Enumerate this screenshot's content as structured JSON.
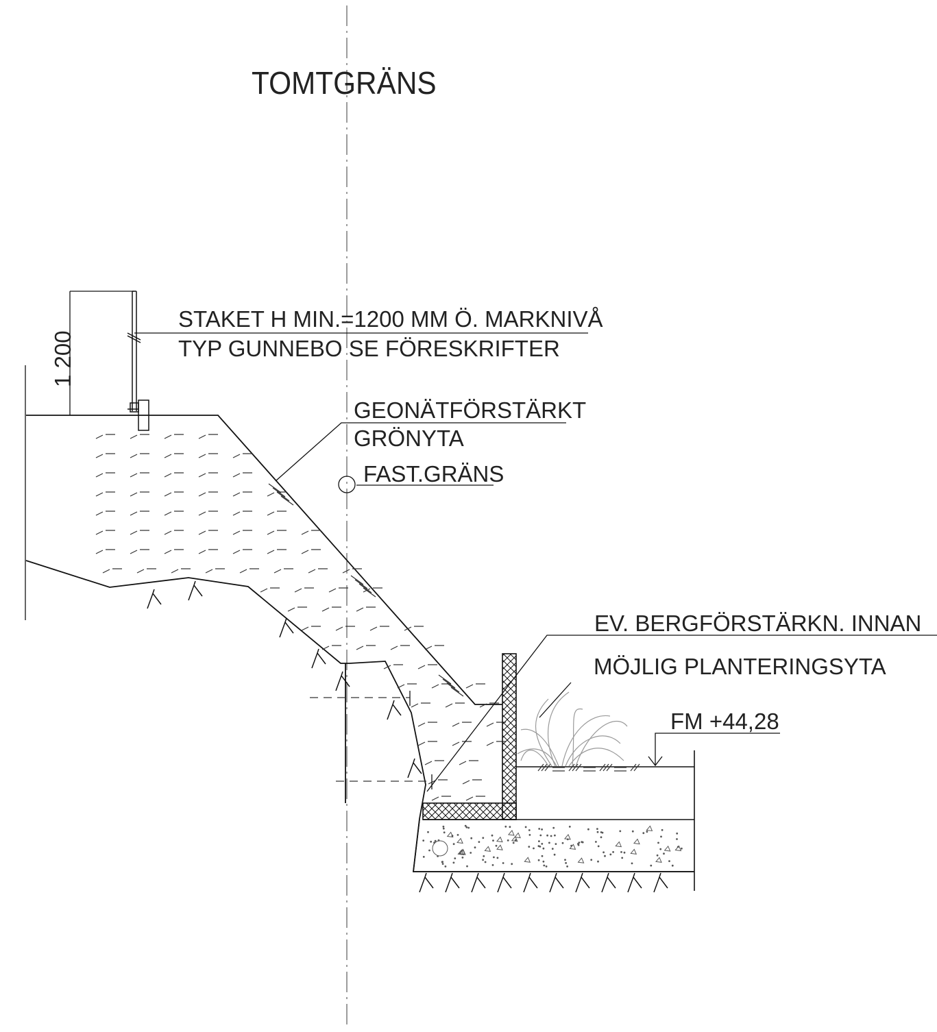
{
  "drawing": {
    "colors": {
      "line": "#111111",
      "text": "#222222",
      "hatch": "#333333",
      "plant": "#999999",
      "dash": "#666666"
    },
    "labels": {
      "tomtgrans": "TOMTGRÄNS",
      "staket_line1": "STAKET H MIN.=1200 MM Ö. MARKNIVÅ",
      "staket_line2": "TYP GUNNEBO SE FÖRESKRIFTER",
      "geonat_line1": "GEONÄTFÖRSTÄRKT",
      "geonat_line2": "GRÖNYTA",
      "fast_grans": "FAST.GRÄNS",
      "bergforstarkn": "EV. BERGFÖRSTÄRKN. INNAN",
      "planteringsyta": "MÖJLIG PLANTERINGSYTA",
      "fm_level": "FM +44,28",
      "dimension_1200": "1 200"
    }
  }
}
